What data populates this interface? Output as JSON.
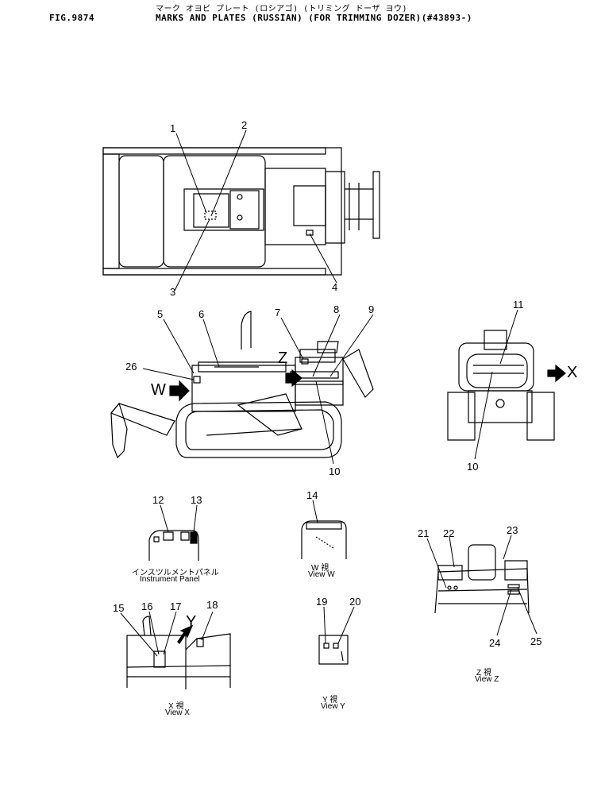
{
  "header": {
    "fig_id": "FIG.9874",
    "subtitle_jp": "マーク オヨビ プレート (ロシアゴ) (トリミング ドーザ ヨウ)",
    "title": "MARKS AND PLATES (RUSSIAN) (FOR TRIMMING DOZER)(#43893-)"
  },
  "callouts": [
    "1",
    "2",
    "3",
    "4",
    "5",
    "6",
    "7",
    "8",
    "9",
    "10",
    "10",
    "11",
    "12",
    "13",
    "14",
    "15",
    "16",
    "17",
    "18",
    "19",
    "20",
    "21",
    "22",
    "23",
    "24",
    "25",
    "26"
  ],
  "view_arrows": {
    "w": "W",
    "z": "Z",
    "x": "X",
    "y": "Y"
  },
  "captions": {
    "instrument_jp": "インスツルメントパネル",
    "instrument_en": "Instrument Panel",
    "view_w_jp": "W 視",
    "view_w_en": "View W",
    "view_x_jp": "X 視",
    "view_x_en": "View X",
    "view_y_jp": "Y 視",
    "view_y_en": "View Y",
    "view_z_jp": "Z 視",
    "view_z_en": "View Z"
  }
}
